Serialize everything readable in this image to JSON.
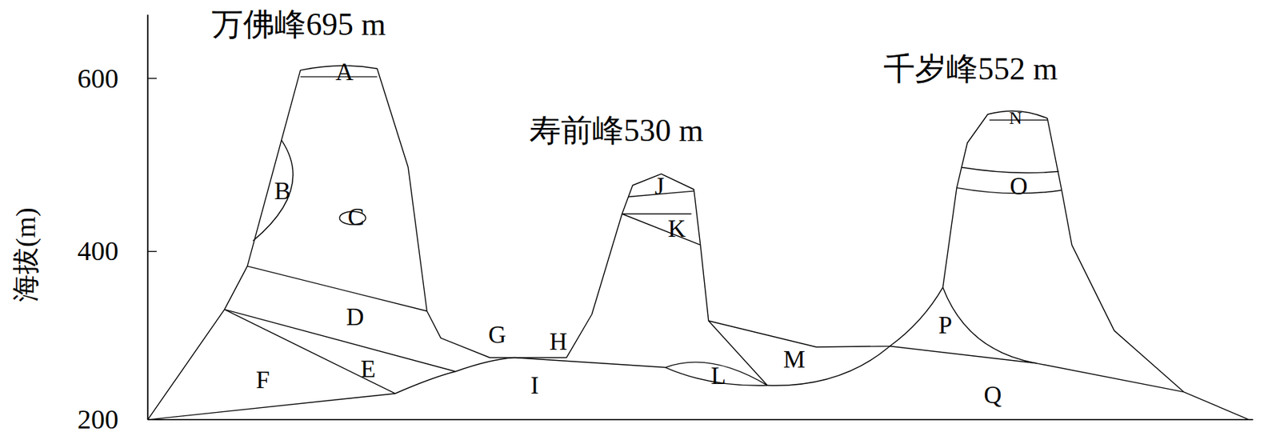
{
  "diagram": {
    "labels": [
      "万佛峰695 m",
      "寿前峰530 m",
      "千岁峰552 m",
      "600",
      "400",
      "200",
      "海拔(m)",
      "A",
      "B",
      "C",
      "D",
      "E",
      "F",
      "G",
      "H",
      "I",
      "J",
      "K",
      "L",
      "M",
      "N",
      "O",
      "P",
      "Q"
    ]
  }
}
